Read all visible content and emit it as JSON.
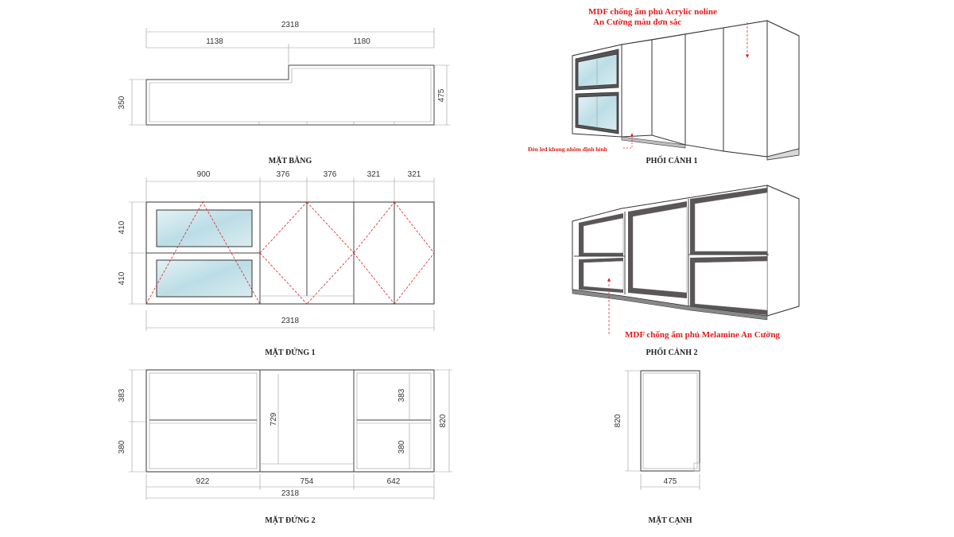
{
  "plan": {
    "title": "MẶT BẰNG",
    "dim_total": "2318",
    "dim_left": "1138",
    "dim_right": "1180",
    "dim_depth_left": "350",
    "dim_depth_right": "475"
  },
  "elev1": {
    "title": "MẶT ĐỨNG 1",
    "dims_top": [
      "900",
      "376",
      "376",
      "321",
      "321"
    ],
    "dim_h_top": "410",
    "dim_h_bottom": "410",
    "dim_total": "2318"
  },
  "elev2": {
    "title": "MẶT ĐỨNG 2",
    "dims_bottom": [
      "922",
      "754",
      "642"
    ],
    "dim_total": "2318",
    "dim_left_top": "383",
    "dim_left_bottom": "380",
    "dim_mid": "729",
    "dim_right_top": "383",
    "dim_right_bottom": "380",
    "dim_height": "820"
  },
  "side": {
    "title": "MẶT CẠNH",
    "dim_height": "820",
    "dim_depth": "475"
  },
  "persp1": {
    "title": "PHỐI CẢNH 1",
    "note_line1": "MDF chống ẩm phủ Acrylic noline",
    "note_line2": "An Cường màu đơn sắc",
    "led_note": "Đèn led khung nhôm định hình"
  },
  "persp2": {
    "title": "PHỐI CẢNH 2",
    "note": "MDF chống ẩm phủ Melamine An Cường"
  },
  "colors": {
    "accent_red": "#e01b1b",
    "glass": "#cfe6ec",
    "interior": "#5a5656"
  }
}
